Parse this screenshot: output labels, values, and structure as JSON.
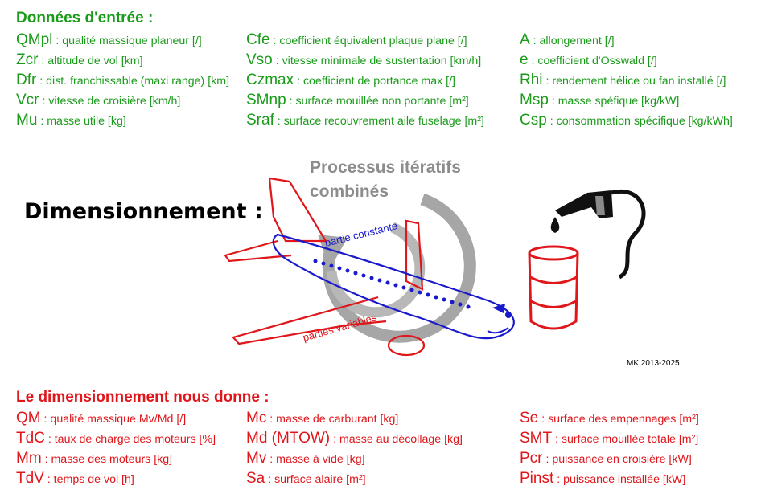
{
  "inputs": {
    "heading": "Données d'entrée :",
    "columns": [
      [
        {
          "sym": "QMpl",
          "desc": " : qualité massique planeur [/]"
        },
        {
          "sym": "Zcr",
          "desc": " : altitude de vol [km]"
        },
        {
          "sym": "Dfr",
          "desc": " : dist. franchissable (maxi range) [km]"
        },
        {
          "sym": "Vcr",
          "desc": " : vitesse de croisière [km/h]"
        },
        {
          "sym": "Mu",
          "desc": " : masse utile [kg]"
        }
      ],
      [
        {
          "sym": "Cfe",
          "desc": " : coefficient équivalent plaque plane [/]"
        },
        {
          "sym": "Vso",
          "desc": " : vitesse minimale de sustentation [km/h]"
        },
        {
          "sym": "Czmax",
          "desc": " : coefficient de portance max [/]"
        },
        {
          "sym": "SMnp",
          "desc": " : surface mouillée non portante [m²]"
        },
        {
          "sym": "Sraf",
          "desc": " : surface recouvrement aile fuselage [m²]"
        }
      ],
      [
        {
          "sym": "A",
          "desc": " : allongement [/]"
        },
        {
          "sym": "e",
          "desc": " : coefficient d'Osswald [/]"
        },
        {
          "sym": "Rhi",
          "desc": " : rendement hélice ou fan installé [/]"
        },
        {
          "sym": "Msp",
          "desc": " : masse spéfique [kg/kW]"
        },
        {
          "sym": "Csp",
          "desc": " : consommation spécifique [kg/kWh]"
        }
      ]
    ]
  },
  "diagram": {
    "title": "Dimensionnement :",
    "process_line1": "Processus itératifs",
    "process_line2": "combinés",
    "label_constant": "partie constante",
    "label_variable": "parties variables",
    "credit": "MK  2013-2025"
  },
  "outputs": {
    "heading": "Le dimensionnement nous donne :",
    "columns": [
      [
        {
          "sym": "QM",
          "desc": " : qualité massique Mv/Md [/]"
        },
        {
          "sym": "TdC",
          "desc": " : taux de charge des moteurs [%]"
        },
        {
          "sym": "Mm",
          "desc": " : masse des moteurs [kg]"
        },
        {
          "sym": "TdV",
          "desc": " : temps de vol [h]"
        }
      ],
      [
        {
          "sym": "Mc",
          "desc": " : masse de carburant [kg]"
        },
        {
          "sym": "Md (MTOW)",
          "desc": " : masse au décollage [kg]"
        },
        {
          "sym": "Mv",
          "desc": " : masse à vide [kg]"
        },
        {
          "sym": "Sa",
          "desc": " : surface alaire [m²]"
        }
      ],
      [
        {
          "sym": "Se",
          "desc": " : surface des empennages [m²]"
        },
        {
          "sym": "SMT",
          "desc": " : surface mouillée totale [m²]"
        },
        {
          "sym": "Pcr",
          "desc": " : puissance en croisière [kW]"
        },
        {
          "sym": "Pinst",
          "desc": " : puissance installée [kW]"
        }
      ]
    ]
  },
  "colors": {
    "input": "#1a9b1a",
    "output": "#e0161b",
    "constant": "#1a1acc",
    "variable": "#e0161b",
    "process": "#a0a0a0"
  }
}
